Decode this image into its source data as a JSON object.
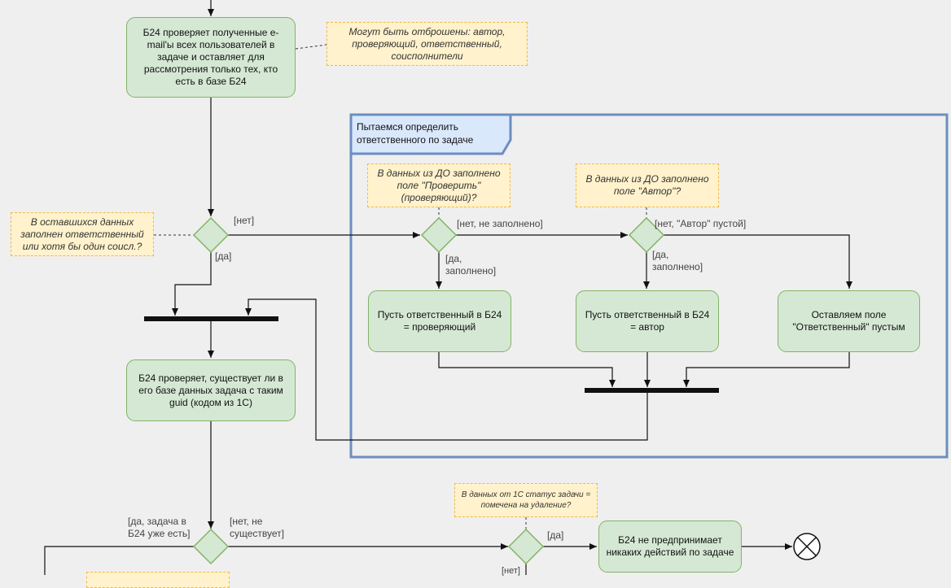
{
  "actions": {
    "check_emails": "Б24 проверяет полученные e-mail'ы всех пользователей в задаче и оставляет для рассмотрения только тех, кто есть в базе Б24",
    "check_guid": "Б24 проверяет, существует ли в его базе данных задача с таким guid (кодом из 1С)",
    "resp_checker": "Пусть ответственный в Б24 = проверяющий",
    "resp_author": "Пусть ответственный в Б24 = автор",
    "leave_empty": "Оставляем поле \"Ответственный\" пустым",
    "no_action": "Б24 не предпринимает никаких действий по задаче"
  },
  "notes": {
    "dropped": "Могут быть отброшены: автор, проверяющий, ответственный, соисполнители",
    "remaining": "В оставшихся данных заполнен ответственный или хотя бы один соисл.?",
    "checker_filled": "В данных из ДО заполнено поле \"Проверить\" (проверяющий)?",
    "author_filled": "В данных из ДО заполнено поле \"Автор\"?",
    "status_deleted": "В данных от 1С статус задачи = помечена на удаление?"
  },
  "frame": {
    "title": "Пытаемся определить ответственного по задаче"
  },
  "labels": {
    "net": "[нет]",
    "da": "[да]",
    "net_not_filled": "[нет, не заполнено]",
    "da_filled_1": "[да,\nзаполнено]",
    "net_author_empty": "[нет, \"Автор\" пустой]",
    "da_filled_2": "[да,\nзаполнено]",
    "da_task_exists": "[да, задача в\nБ24 уже есть]",
    "net_not_exists": "[нет, не\nсуществует]",
    "da_2": "[да]",
    "net_2": "[нет]"
  },
  "colors": {
    "action_fill": "#d5e8d4",
    "action_stroke": "#82b366",
    "note_fill": "#fff2cc",
    "note_stroke": "#f0b94a",
    "frame_stroke": "#6c8ebf",
    "frame_title_fill": "#dae8fc"
  }
}
